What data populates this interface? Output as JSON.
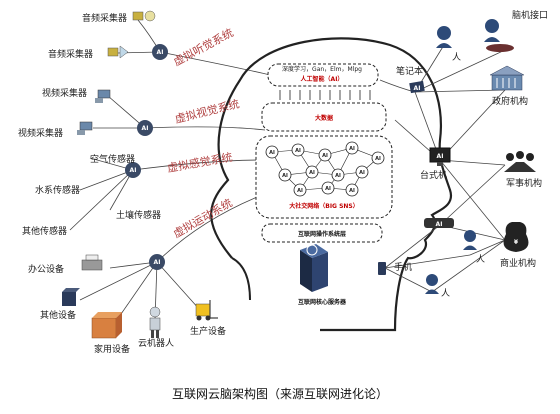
{
  "diagram": {
    "left_devices": {
      "audio_collector_1": "音频采集器",
      "audio_collector_2": "音频采集器",
      "video_collector_1": "视频采集器",
      "video_collector_2": "视频采集器",
      "air_sensor": "空气传感器",
      "water_sensor": "水系传感器",
      "soil_sensor": "土壤传感器",
      "other_sensor": "其他传感器",
      "office_device": "办公设备",
      "other_device": "其他设备",
      "home_device": "家用设备",
      "cloud_robot": "云机器人",
      "production_device": "生产设备"
    },
    "systems": {
      "hearing": "虚拟听觉系统",
      "vision": "虚拟视觉系统",
      "sensing": "虚拟感觉系统",
      "motor": "虚拟运动系统"
    },
    "brain": {
      "deep_learning": "深度学习，Gan，Elm，Mlpg",
      "ai_band": "人工智能（AI）",
      "big_data": "大数据",
      "big_sns": "大社交网络（BIG SNS）",
      "os_layer": "互联网操作系统层",
      "core_server": "互联网核心服务器"
    },
    "right_nodes": {
      "notebook": "笔记本",
      "brain_interface": "脑机接口",
      "person_top": "人",
      "government": "政府机构",
      "desktop": "台式机",
      "military": "军事机构",
      "phone": "手机",
      "person_mid": "人",
      "person_bottom": "人",
      "business": "商业机构"
    },
    "ai_label": "AI",
    "caption": "互联网云脑架构图（来源互联网进化论）"
  },
  "colors": {
    "system_text": "#b04040",
    "ai_node": "#3a4a66",
    "brain_outline": "#222222",
    "accent_red": "#c00000",
    "person_blue": "#2d4a78"
  }
}
